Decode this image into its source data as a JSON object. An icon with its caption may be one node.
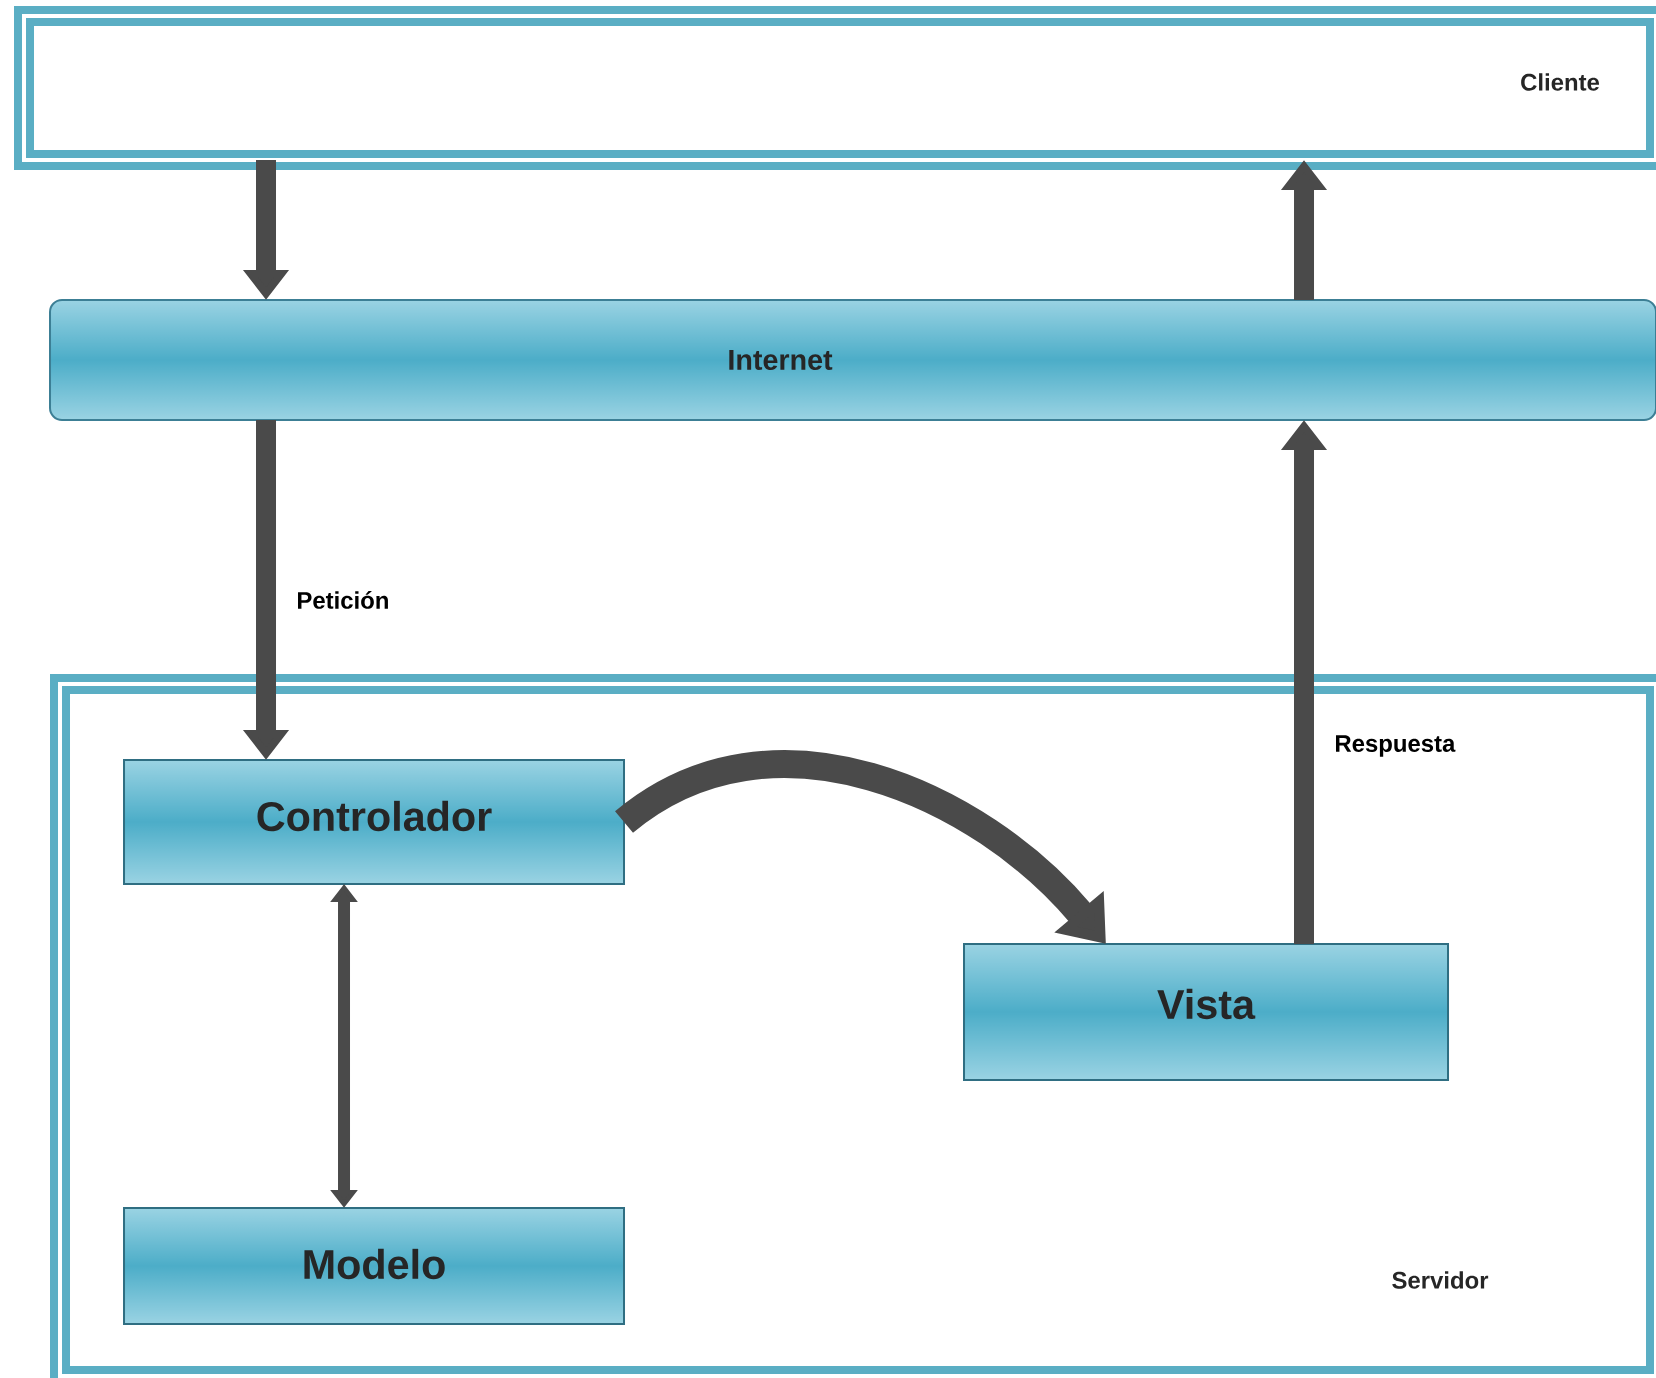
{
  "diagram": {
    "nodes": [
      {
        "text": [
          "Cliente"
        ]
      },
      {
        "text": [
          "Internet"
        ]
      },
      {
        "text": [
          "Servidor"
        ]
      },
      {
        "text": [
          "Controlador"
        ],
        "in": 2
      },
      {
        "text": [
          "Vista"
        ],
        "in": 2
      },
      {
        "text": [
          "Modelo"
        ],
        "in": 2
      }
    ],
    "edges": [
      {
        "from": 0,
        "to": 1,
        "arrow": "to"
      },
      {
        "from": 1,
        "to": 3,
        "arrow": "to",
        "label": "Petición"
      },
      {
        "from": 3,
        "to": 4,
        "arrow": "to"
      },
      {
        "from": 3,
        "to": 5,
        "arrow": "both"
      },
      {
        "from": 4,
        "to": 1,
        "arrow": "to",
        "label": "Respuesta"
      },
      {
        "from": 1,
        "to": 0,
        "arrow": "to"
      }
    ]
  }
}
